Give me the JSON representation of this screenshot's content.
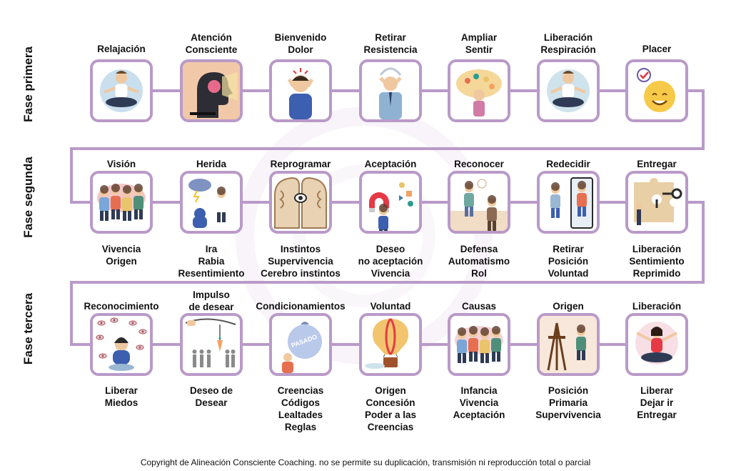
{
  "rows": [
    {
      "phase": "Fase primera",
      "steps": [
        {
          "title": [
            "Relajación"
          ],
          "desc": [],
          "icon": "meditation-icon",
          "accent": "#c9dfee"
        },
        {
          "title": [
            "Atención",
            "Consciente"
          ],
          "desc": [],
          "icon": "head-profile-icon",
          "accent": "#f2c9a8"
        },
        {
          "title": [
            "Bienvenido",
            "Dolor"
          ],
          "desc": [],
          "icon": "pain-person-icon",
          "accent": "#d6e2f3"
        },
        {
          "title": [
            "Retirar",
            "Resistencia"
          ],
          "desc": [],
          "icon": "caged-person-icon",
          "accent": "#d3e3ee"
        },
        {
          "title": [
            "Ampliar",
            "Sentir"
          ],
          "desc": [],
          "icon": "emotions-cloud-icon",
          "accent": "#f5d79a"
        },
        {
          "title": [
            "Liberación",
            "Respiración"
          ],
          "desc": [],
          "icon": "breathing-icon",
          "accent": "#cfe3ec"
        },
        {
          "title": [
            "Placer"
          ],
          "desc": [],
          "icon": "smiley-icon",
          "accent": "#f7c948"
        }
      ]
    },
    {
      "phase": "Fase segunda",
      "steps": [
        {
          "title": [
            "Visión"
          ],
          "desc": [
            "Vivencia",
            "Origen"
          ],
          "icon": "group-people-icon",
          "accent": "#f3c7c7"
        },
        {
          "title": [
            "Herida"
          ],
          "desc": [
            "Ira",
            "Rabia",
            "Resentimiento"
          ],
          "icon": "storm-person-icon",
          "accent": "#cfd9ec"
        },
        {
          "title": [
            "Reprogramar"
          ],
          "desc": [
            "Instintos",
            "Supervivencia",
            "Cerebro instintos"
          ],
          "icon": "brain-faces-icon",
          "accent": "#e8d2b3"
        },
        {
          "title": [
            "Aceptación"
          ],
          "desc": [
            "Deseo",
            "no aceptación",
            "Vivencia"
          ],
          "icon": "magnet-icon",
          "accent": "#f2d6e2"
        },
        {
          "title": [
            "Reconocer"
          ],
          "desc": [
            "Defensa",
            "Automatismo",
            "Rol"
          ],
          "icon": "conversation-icon",
          "accent": "#f1dcc6"
        },
        {
          "title": [
            "Redecidir"
          ],
          "desc": [
            "Retirar",
            "Posición",
            "Voluntad"
          ],
          "icon": "mirror-icon",
          "accent": "#d9e6ef"
        },
        {
          "title": [
            "Entregar"
          ],
          "desc": [
            "Liberación",
            "Sentimiento",
            "Reprimido"
          ],
          "icon": "puzzle-key-icon",
          "accent": "#e9cfa6"
        }
      ]
    },
    {
      "phase": "Fase tercera",
      "steps": [
        {
          "title": [
            "Reconocimiento"
          ],
          "desc": [
            "Liberar",
            "Miedos"
          ],
          "icon": "fear-eyes-icon",
          "accent": "#d9d5ec"
        },
        {
          "title": [
            "Impulso",
            "de desear"
          ],
          "desc": [
            "Deseo de",
            "Desear"
          ],
          "icon": "carrot-stick-icon",
          "accent": "#e6e0d6"
        },
        {
          "title": [
            "Condicionamientos"
          ],
          "desc": [
            "Creencias",
            "Códigos",
            "Lealtades",
            "Reglas"
          ],
          "icon": "past-bag-icon",
          "accent": "#b9c9ea",
          "badge": "PASADO"
        },
        {
          "title": [
            "Voluntad"
          ],
          "desc": [
            "Origen",
            "Concesión",
            "Poder a las",
            "Creencias"
          ],
          "icon": "hot-air-balloon-icon",
          "accent": "#f2c46d"
        },
        {
          "title": [
            "Causas"
          ],
          "desc": [
            "Infancia",
            "Vivencia",
            "Aceptación"
          ],
          "icon": "family-group-icon",
          "accent": "#f3d3d6"
        },
        {
          "title": [
            "Origen"
          ],
          "desc": [
            "Posición",
            "Primaria",
            "Supervivencia"
          ],
          "icon": "easel-painter-icon",
          "accent": "#f4d9c3"
        },
        {
          "title": [
            "Liberación"
          ],
          "desc": [
            "Liberar",
            "Dejar ir",
            "Entregar"
          ],
          "icon": "lotus-meditation-icon",
          "accent": "#f3d2da"
        }
      ]
    }
  ],
  "copyright": "Copyright de Alineación Consciente Coaching. no se permite su duplicación, transmisión ni reproducción total o parcial",
  "colors": {
    "connector": "#b99ac8",
    "frame": "#b99ac8"
  }
}
